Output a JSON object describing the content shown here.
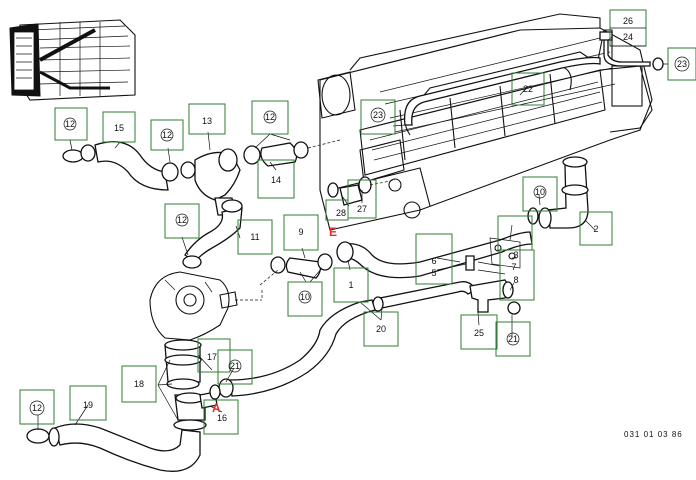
{
  "diagram": {
    "reference_code": "031 01 03 86",
    "callouts": {
      "c12a": "12",
      "c15": "15",
      "c12b": "12",
      "c13": "13",
      "c12c": "12",
      "c14": "14",
      "c12d": "12",
      "c11": "11",
      "c9": "9",
      "c10a": "10",
      "c28": "28",
      "c27": "27",
      "c1": "1",
      "c23a": "23",
      "c22": "22",
      "c26": "26",
      "c24": "24",
      "c23b": "23",
      "c10b": "10",
      "c2": "2",
      "c6": "6",
      "c5": "5",
      "c3": "3",
      "c7": "7",
      "c8": "8",
      "c20": "20",
      "c25": "25",
      "c21a": "21",
      "c17": "17",
      "c21b": "21",
      "c18": "18",
      "c16": "16",
      "c12e": "12",
      "c19": "19"
    },
    "markers": {
      "e": "E",
      "a": "A"
    }
  }
}
